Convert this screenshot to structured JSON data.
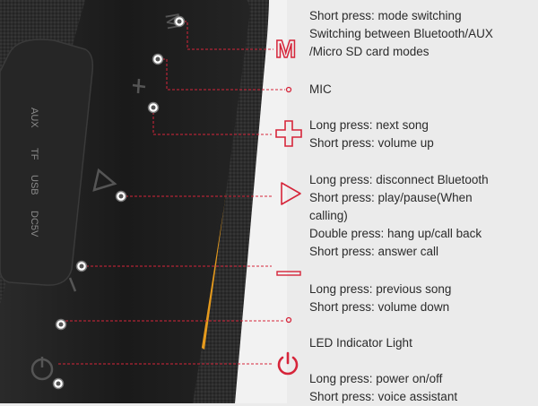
{
  "colors": {
    "accent_red": "#d6253a",
    "speaker_body": "#1e1e1e",
    "fabric": "#2a2a2a",
    "accent_orange": "#e59a1d",
    "background": "#ebebeb",
    "text": "#2b2b2b"
  },
  "speaker_labels": {
    "mode_button": "M",
    "aux": "AUX",
    "tf": "TF",
    "usb": "USB",
    "dc": "DC5V"
  },
  "callouts": [
    {
      "id": "mode",
      "icon": "m-letter-icon",
      "icon_text": "M",
      "lines": [
        "Short press: mode switching",
        "Switching between Bluetooth/AUX",
        "/Micro SD card modes"
      ]
    },
    {
      "id": "mic",
      "icon": "dot-icon",
      "lines": [
        "MIC"
      ]
    },
    {
      "id": "plus",
      "icon": "plus-icon",
      "lines": [
        "Long press: next song",
        "Short press: volume up"
      ]
    },
    {
      "id": "play",
      "icon": "play-icon",
      "lines": [
        "Long press: disconnect Bluetooth",
        "Short press: play/pause(When",
        "calling)",
        "Double press: hang up/call back",
        "Short press: answer call"
      ]
    },
    {
      "id": "minus",
      "icon": "minus-icon",
      "lines": [
        "Long press: previous song",
        "Short press: volume down"
      ]
    },
    {
      "id": "led",
      "icon": "dot-icon",
      "lines": [
        "LED Indicator Light"
      ]
    },
    {
      "id": "power",
      "icon": "power-icon",
      "lines": [
        "Long press: power on/off",
        "Short press: voice assistant"
      ]
    }
  ]
}
